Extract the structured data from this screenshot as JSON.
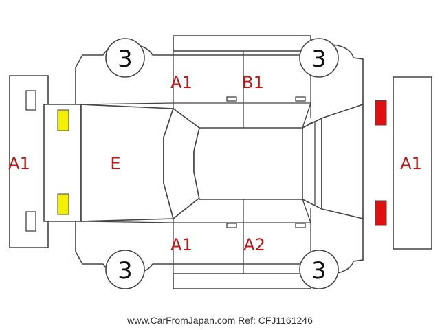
{
  "grades": {
    "front_left_tire": "3",
    "front_right_tire": "3",
    "rear_left_tire": "3",
    "rear_right_tire": "3"
  },
  "damage_codes": {
    "front_bumper": "A1",
    "hood": "E",
    "front_left_door": "A1",
    "rear_left_door": "B1",
    "front_right_door": "A1",
    "rear_right_door": "A2",
    "rear_bumper": "A1"
  },
  "markers": {
    "front_marker_color": "#f2ef00",
    "rear_marker_color": "#e01010"
  },
  "footer": {
    "credit": "www.CarFromJapan.com Ref: CFJ1161246"
  }
}
